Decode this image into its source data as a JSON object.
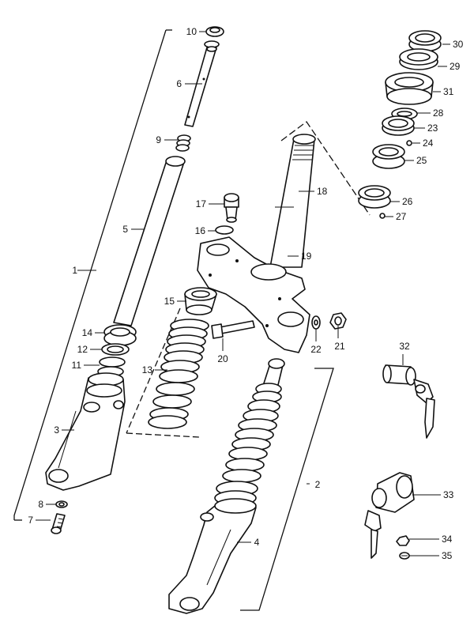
{
  "diagram": {
    "callouts": [
      {
        "id": "c1",
        "text": "1"
      },
      {
        "id": "c2",
        "text": "2"
      },
      {
        "id": "c3",
        "text": "3"
      },
      {
        "id": "c4",
        "text": "4"
      },
      {
        "id": "c5",
        "text": "5"
      },
      {
        "id": "c6",
        "text": "6"
      },
      {
        "id": "c7",
        "text": "7"
      },
      {
        "id": "c8",
        "text": "8"
      },
      {
        "id": "c9",
        "text": "9"
      },
      {
        "id": "c10",
        "text": "10"
      },
      {
        "id": "c11",
        "text": "11"
      },
      {
        "id": "c12",
        "text": "12"
      },
      {
        "id": "c13",
        "text": "13"
      },
      {
        "id": "c14",
        "text": "14"
      },
      {
        "id": "c15",
        "text": "15"
      },
      {
        "id": "c16",
        "text": "16"
      },
      {
        "id": "c17",
        "text": "17"
      },
      {
        "id": "c18",
        "text": "18"
      },
      {
        "id": "c19",
        "text": "19"
      },
      {
        "id": "c20",
        "text": "20"
      },
      {
        "id": "c21",
        "text": "21"
      },
      {
        "id": "c22",
        "text": "22"
      },
      {
        "id": "c23",
        "text": "23"
      },
      {
        "id": "c24",
        "text": "24"
      },
      {
        "id": "c25",
        "text": "25"
      },
      {
        "id": "c26",
        "text": "26"
      },
      {
        "id": "c27",
        "text": "27"
      },
      {
        "id": "c28",
        "text": "28"
      },
      {
        "id": "c29",
        "text": "29"
      },
      {
        "id": "c30",
        "text": "30"
      },
      {
        "id": "c31",
        "text": "31"
      },
      {
        "id": "c32",
        "text": "32"
      },
      {
        "id": "c33",
        "text": "33"
      },
      {
        "id": "c34",
        "text": "34"
      },
      {
        "id": "c35",
        "text": "35"
      }
    ]
  }
}
